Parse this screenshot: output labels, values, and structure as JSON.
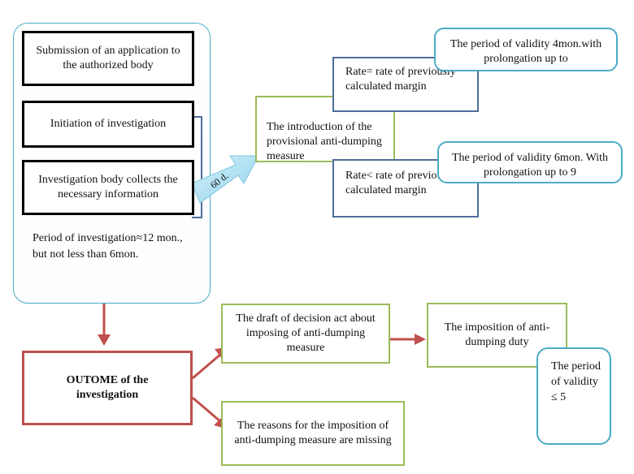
{
  "investigation": {
    "submission": "Submission of an application to the authorized body",
    "initiation": "Initiation of investigation",
    "collects": "Investigation body collects the necessary information",
    "period": "Period of investigation≈12 mon., but not less than 6mon."
  },
  "provisional": {
    "arrow_label": "60 d.",
    "introduction": "The introduction of the provisional anti-dumping measure",
    "rate_equal": "Rate= rate of previously calculated margin",
    "rate_less": "Rate< rate of previously calculated margin",
    "validity_4": "The period of validity 4mon.with prolongation up to",
    "validity_6": "The period of validity 6mon. With prolongation up to 9"
  },
  "outcome": {
    "title": "OUTOME of the investigation",
    "draft": "The draft of decision act about imposing of anti-dumping measure",
    "imposition": "The imposition of anti-dumping duty",
    "validity_5": "The period of validity ≤ 5",
    "reasons_missing": "The reasons for the imposition of anti-dumping measure are missing"
  },
  "colors": {
    "black_border": "#000000",
    "green_border": "#9bbb59",
    "blue_border": "#4f6d9a",
    "red_border": "#c0504d",
    "teal_border": "#4bacc6",
    "arrow_fill": "#a5dcf0"
  }
}
